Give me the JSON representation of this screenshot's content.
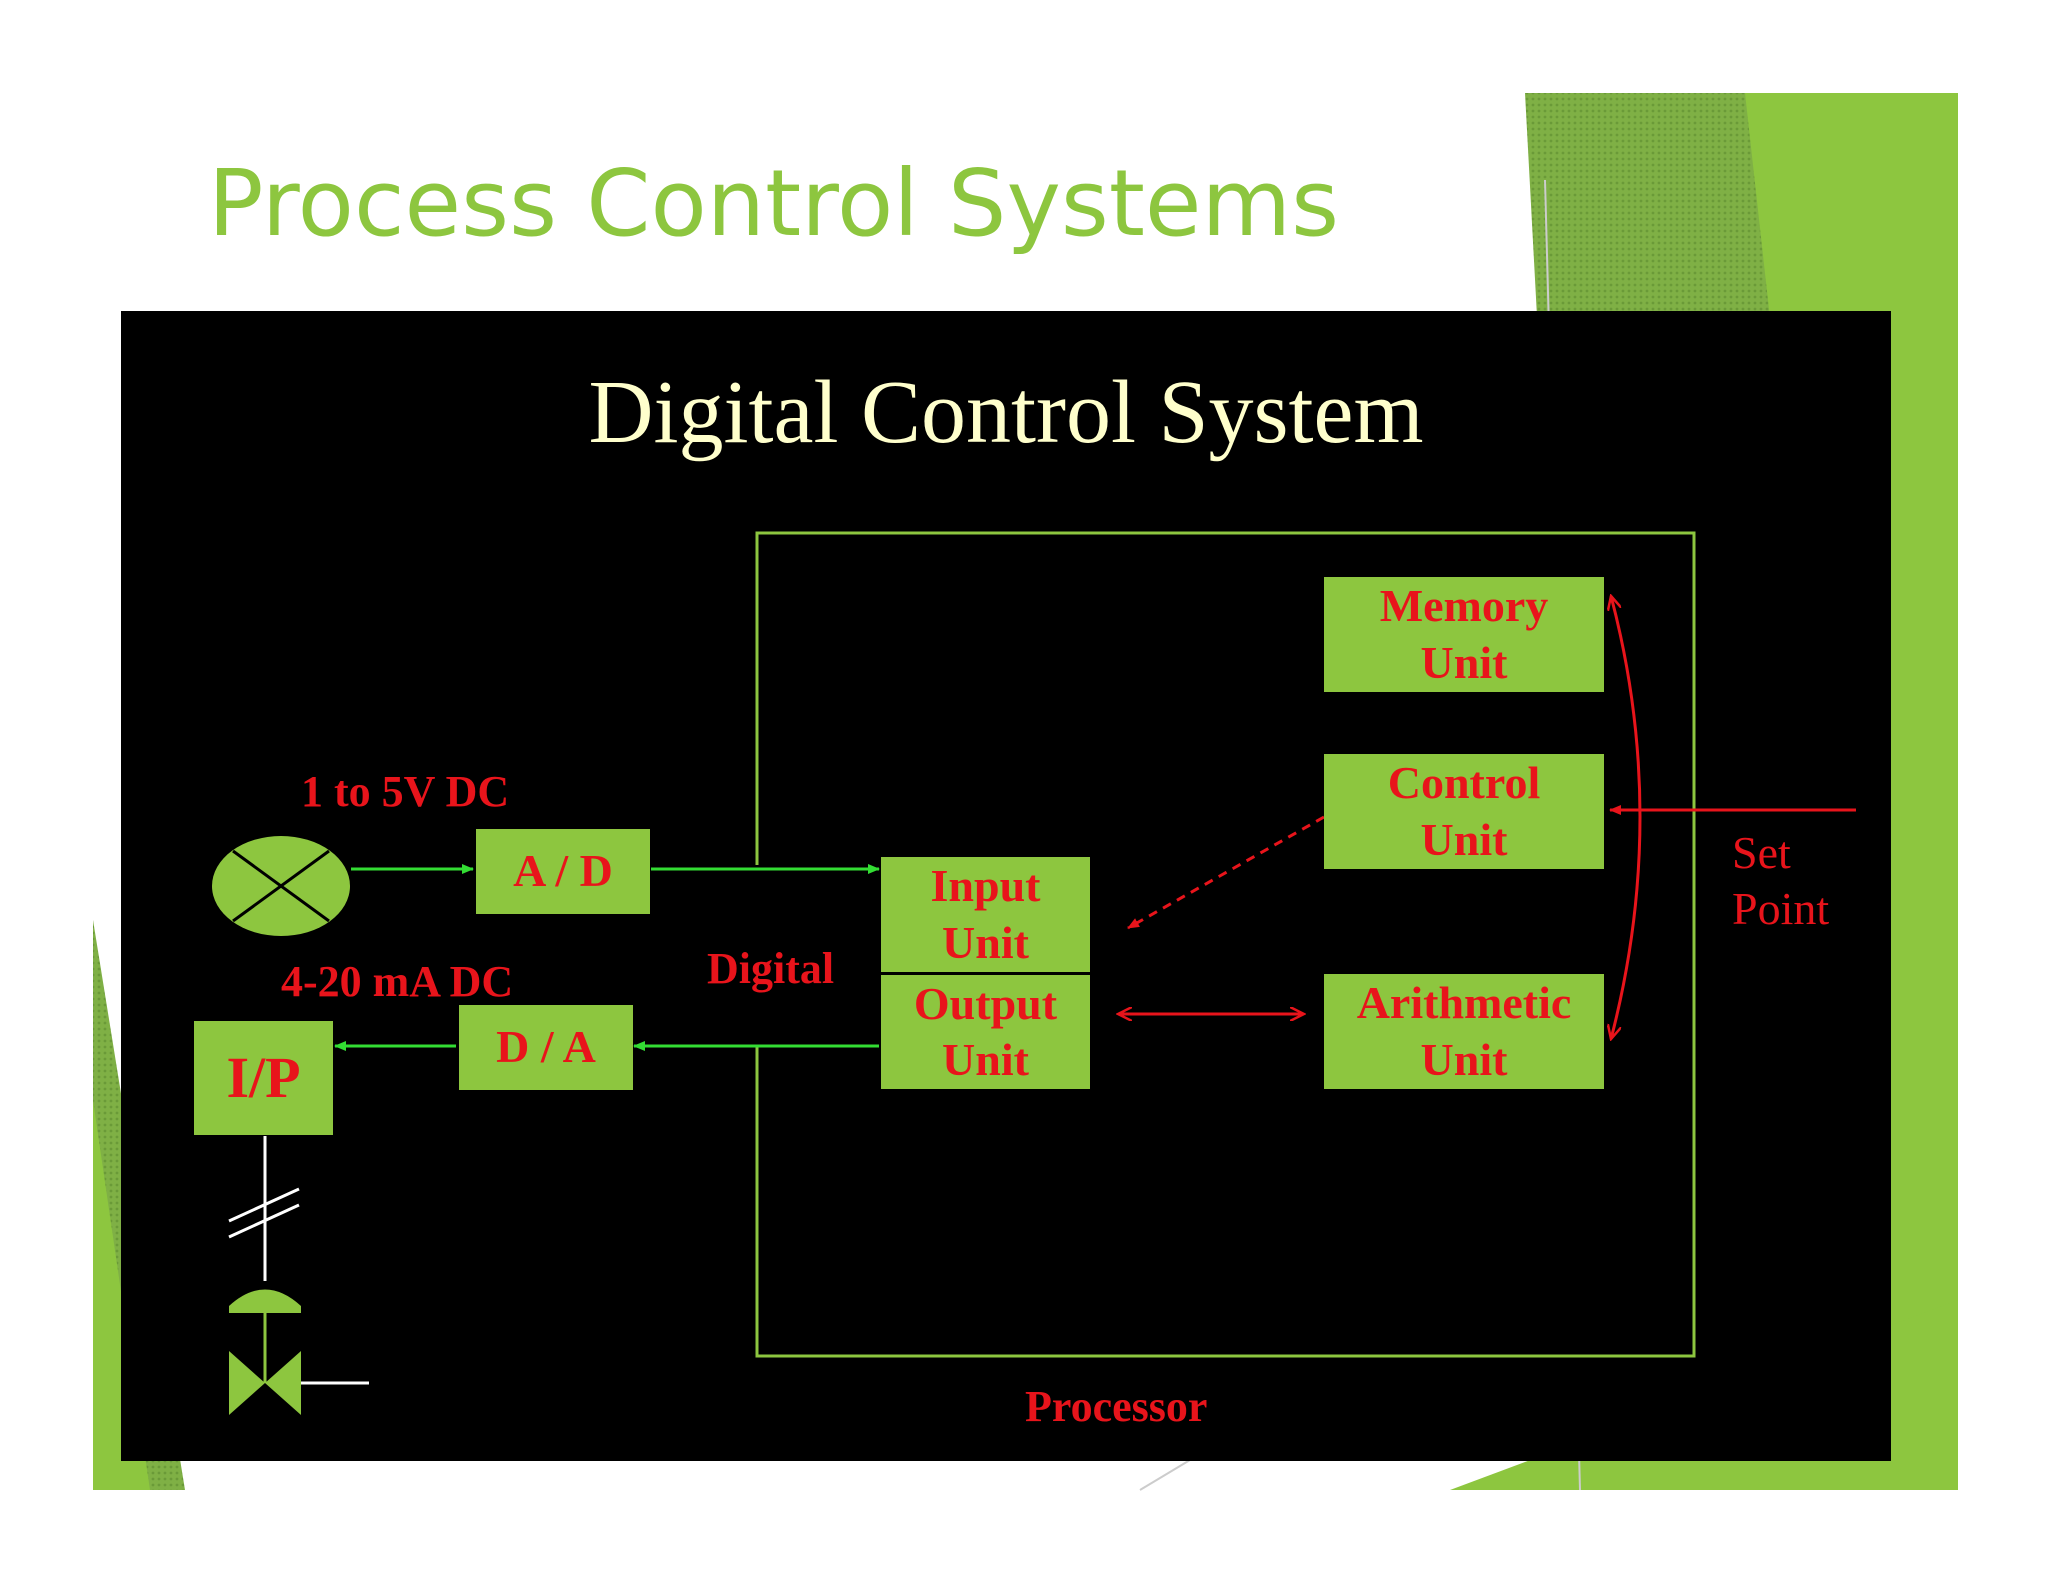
{
  "slide": {
    "title": "Process Control Systems"
  },
  "diagram": {
    "title": "Digital Control System",
    "blocks": {
      "memory": "Memory\nUnit",
      "control": "Control\nUnit",
      "arithmetic": "Arithmetic\nUnit",
      "input": "Input\nUnit",
      "output": "Output\nUnit",
      "ad": "A / D",
      "da": "D / A",
      "ip": "I/P"
    },
    "labels": {
      "voltage": "1 to 5V DC",
      "current": "4-20 mA DC",
      "digital": "Digital",
      "setpoint": "Set\nPoint",
      "processor": "Processor"
    },
    "colors": {
      "accent_green": "#8dc63f",
      "block_text_red": "#e8141b",
      "title_cream": "#ffffcc",
      "signal_arrow_green": "#33dd33",
      "background": "#000000"
    }
  }
}
